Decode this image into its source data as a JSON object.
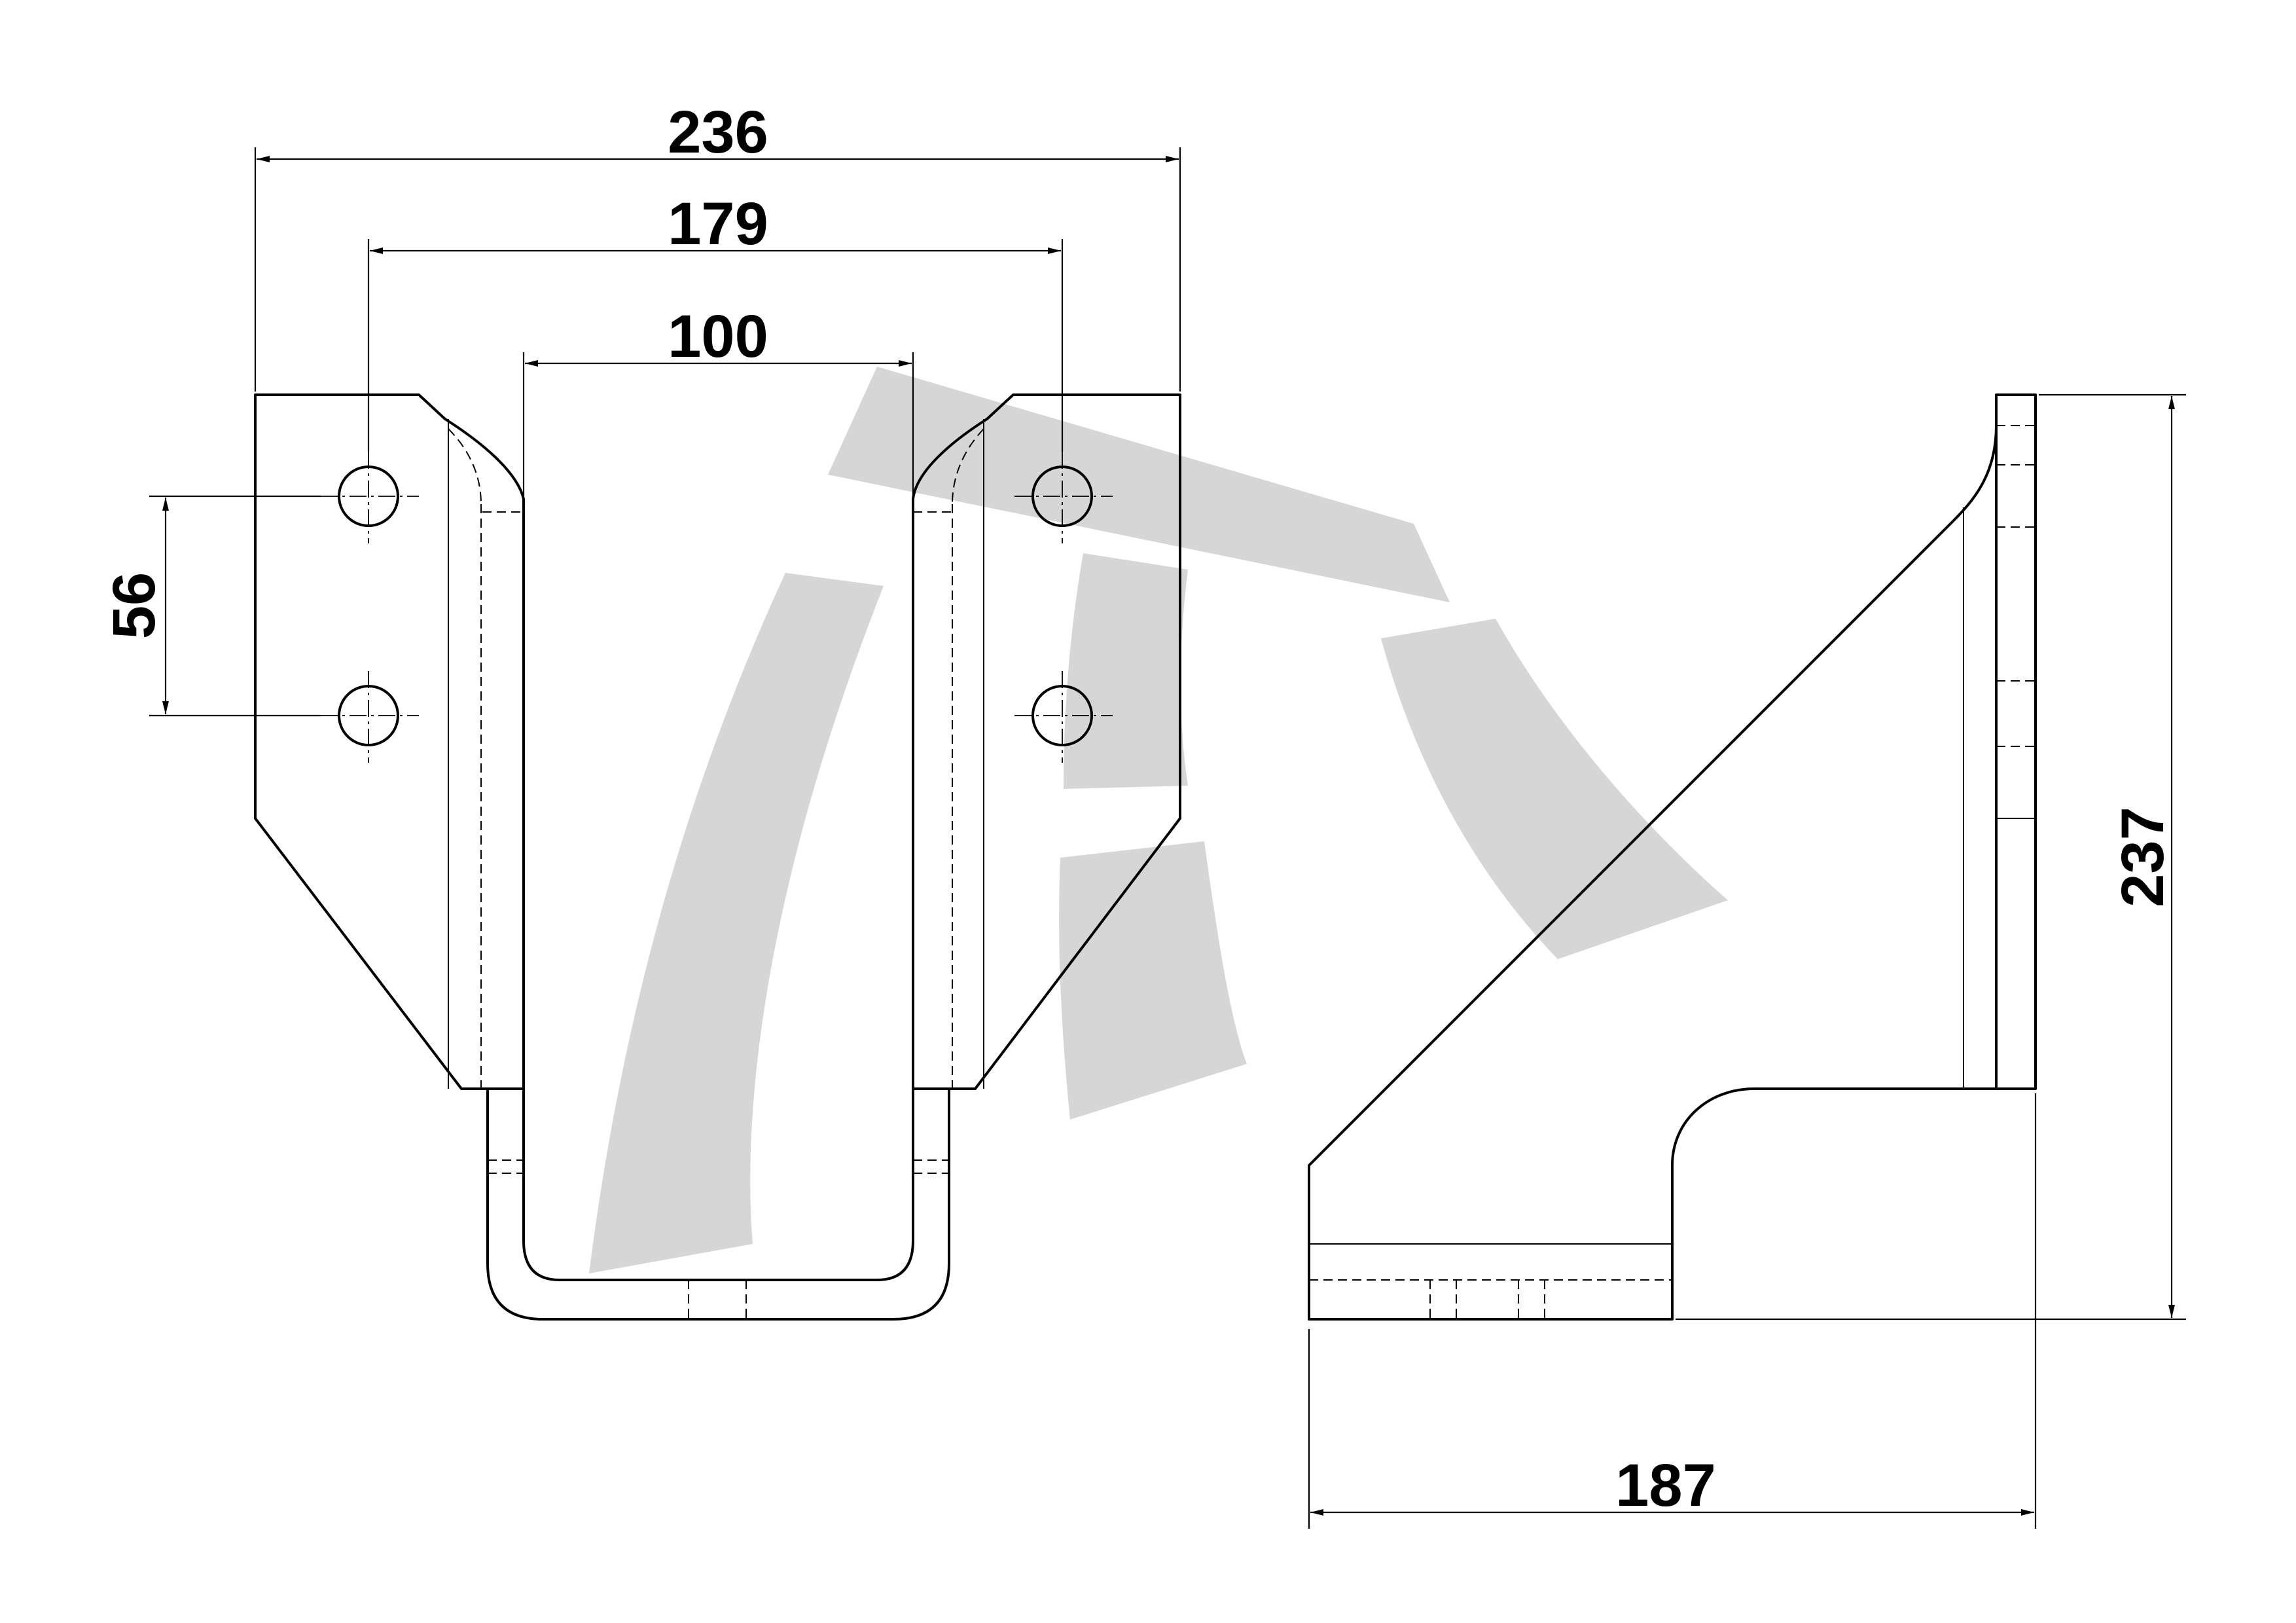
{
  "dimensions": {
    "overall_width": "236",
    "hole_spacing_horizontal": "179",
    "inner_width": "100",
    "hole_spacing_vertical": "56",
    "height": "237",
    "depth": "187"
  },
  "colors": {
    "line": "#000000",
    "watermark": "#d6d6d6",
    "background": "#ffffff"
  }
}
